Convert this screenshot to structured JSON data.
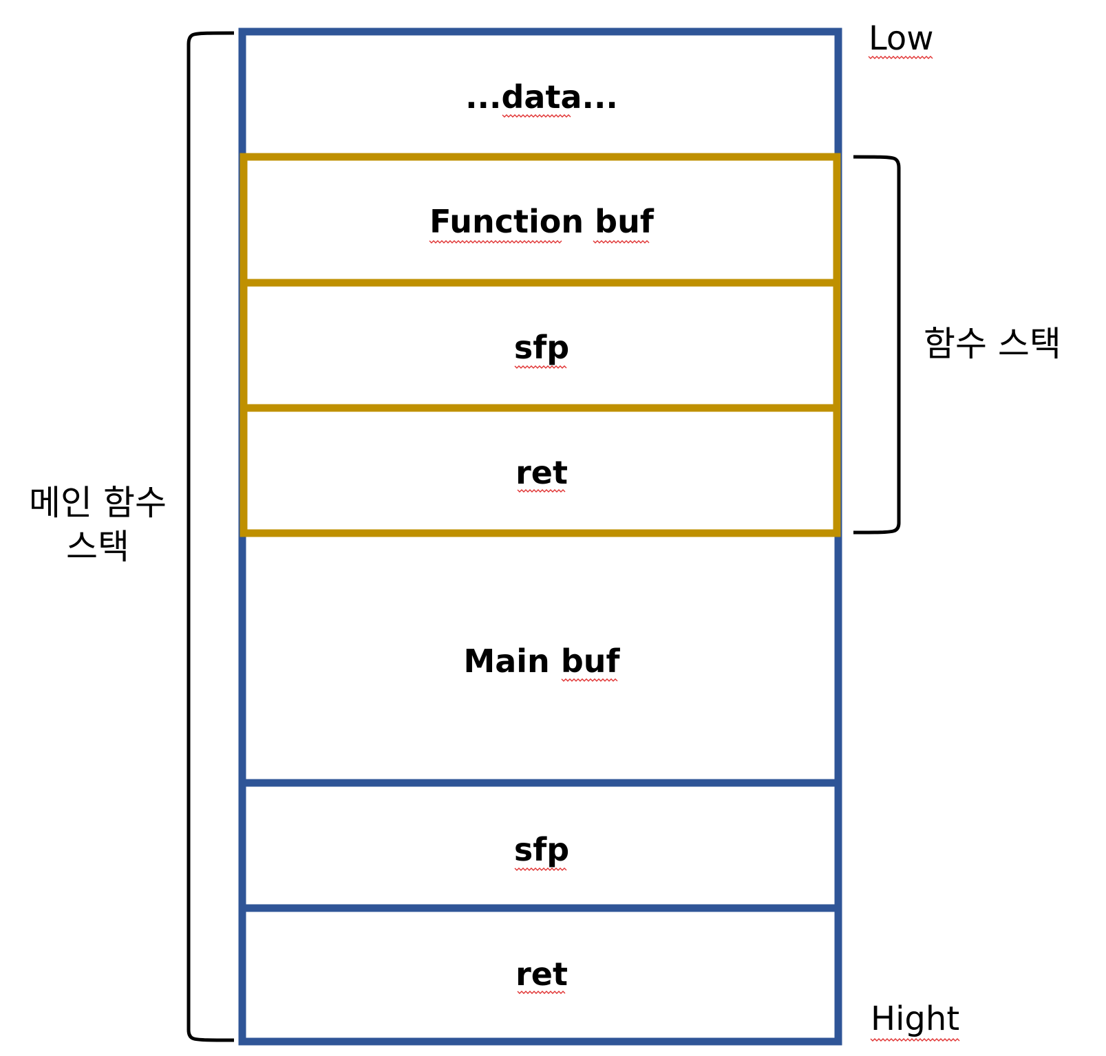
{
  "colors": {
    "main_stack": "#2f5597",
    "function_stack": "#bf9000",
    "bracket": "#000000",
    "spellcheck": "#e03030"
  },
  "labels": {
    "low": "Low",
    "high": "Hight",
    "function_stack": "함수 스택",
    "main_stack_line1": "메인 함수",
    "main_stack_line2": "스택"
  },
  "cells": {
    "data": "...data...",
    "function_buf": "Function buf",
    "function_sfp": "sfp",
    "function_ret": "ret",
    "main_buf": "Main buf",
    "main_sfp": "sfp",
    "main_ret": "ret"
  }
}
